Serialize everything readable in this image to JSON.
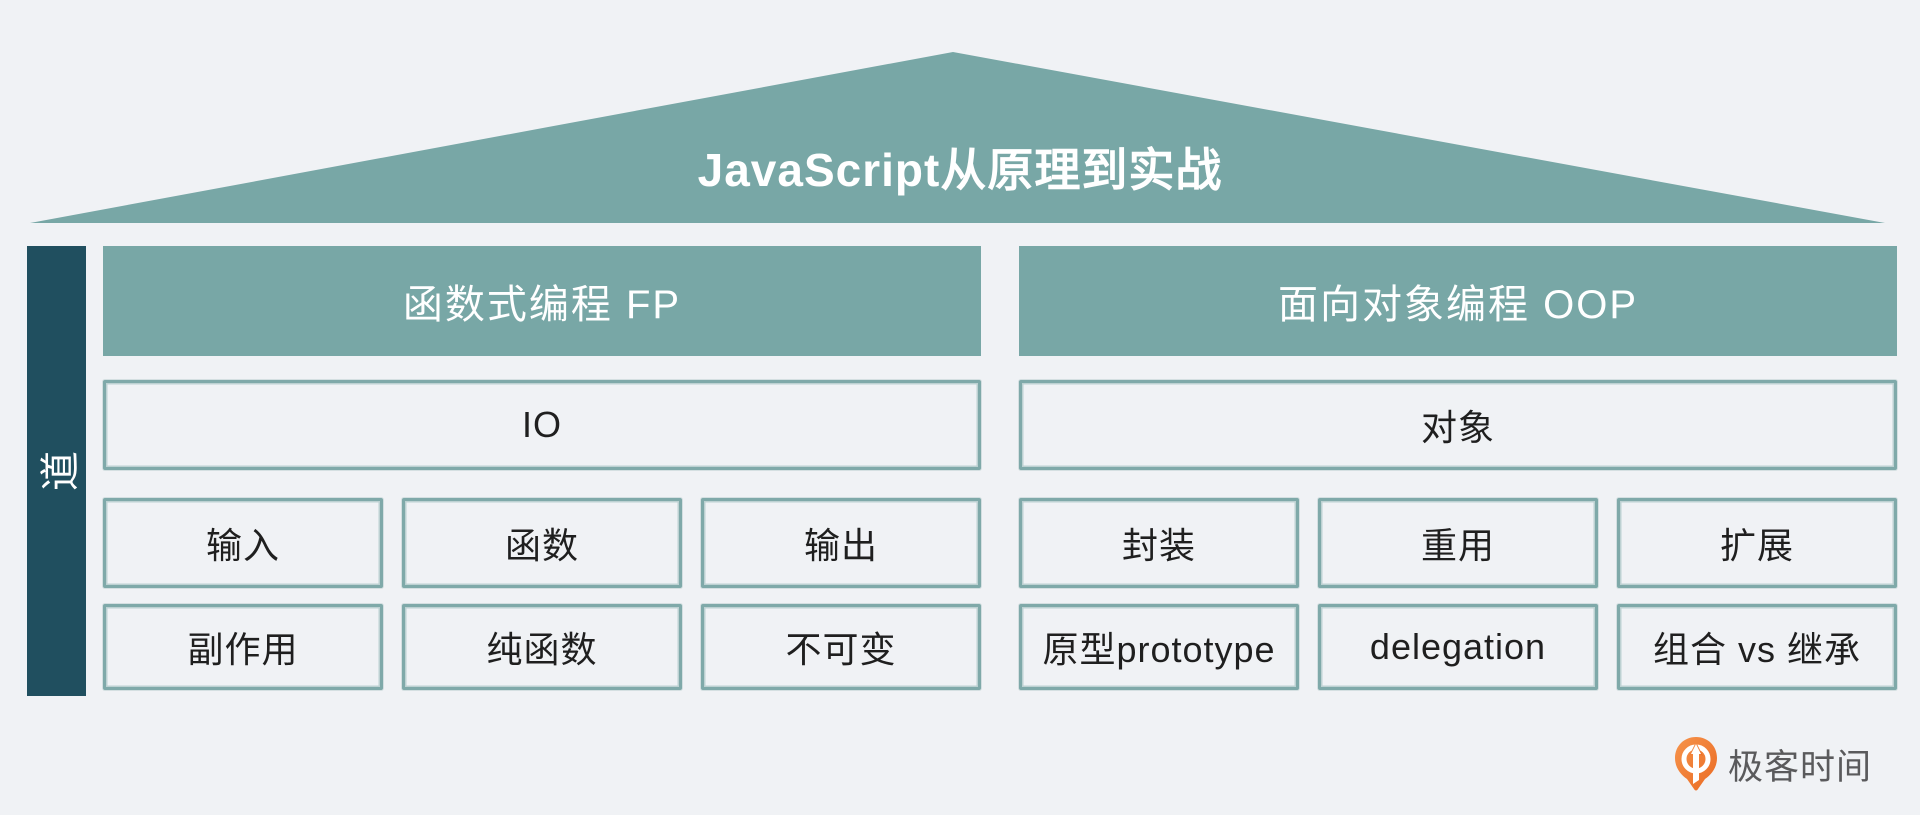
{
  "title": "JavaScript从原理到实战",
  "pillar": {
    "label": "道"
  },
  "columns": [
    {
      "header": "函数式编程 FP",
      "row1": "IO",
      "row2": [
        "输入",
        "函数",
        "输出"
      ],
      "row3": [
        "副作用",
        "纯函数",
        "不可变"
      ]
    },
    {
      "header": "面向对象编程 OOP",
      "row1": "对象",
      "row2": [
        "封装",
        "重用",
        "扩展"
      ],
      "row3": [
        "原型prototype",
        "delegation",
        "组合 vs 继承"
      ]
    }
  ],
  "logo": {
    "text": "极客时间",
    "icon": "geektime-pin-icon"
  },
  "colors": {
    "teal": "#78a7a6",
    "dark_teal": "#204f5f",
    "background": "#f0f2f5",
    "cell_border": "#7fa9a9",
    "cell_text": "#1f1f1f",
    "title_text": "#ffffff",
    "logo_orange": "#ee7231",
    "logo_text_gray": "#5a5a5c"
  }
}
